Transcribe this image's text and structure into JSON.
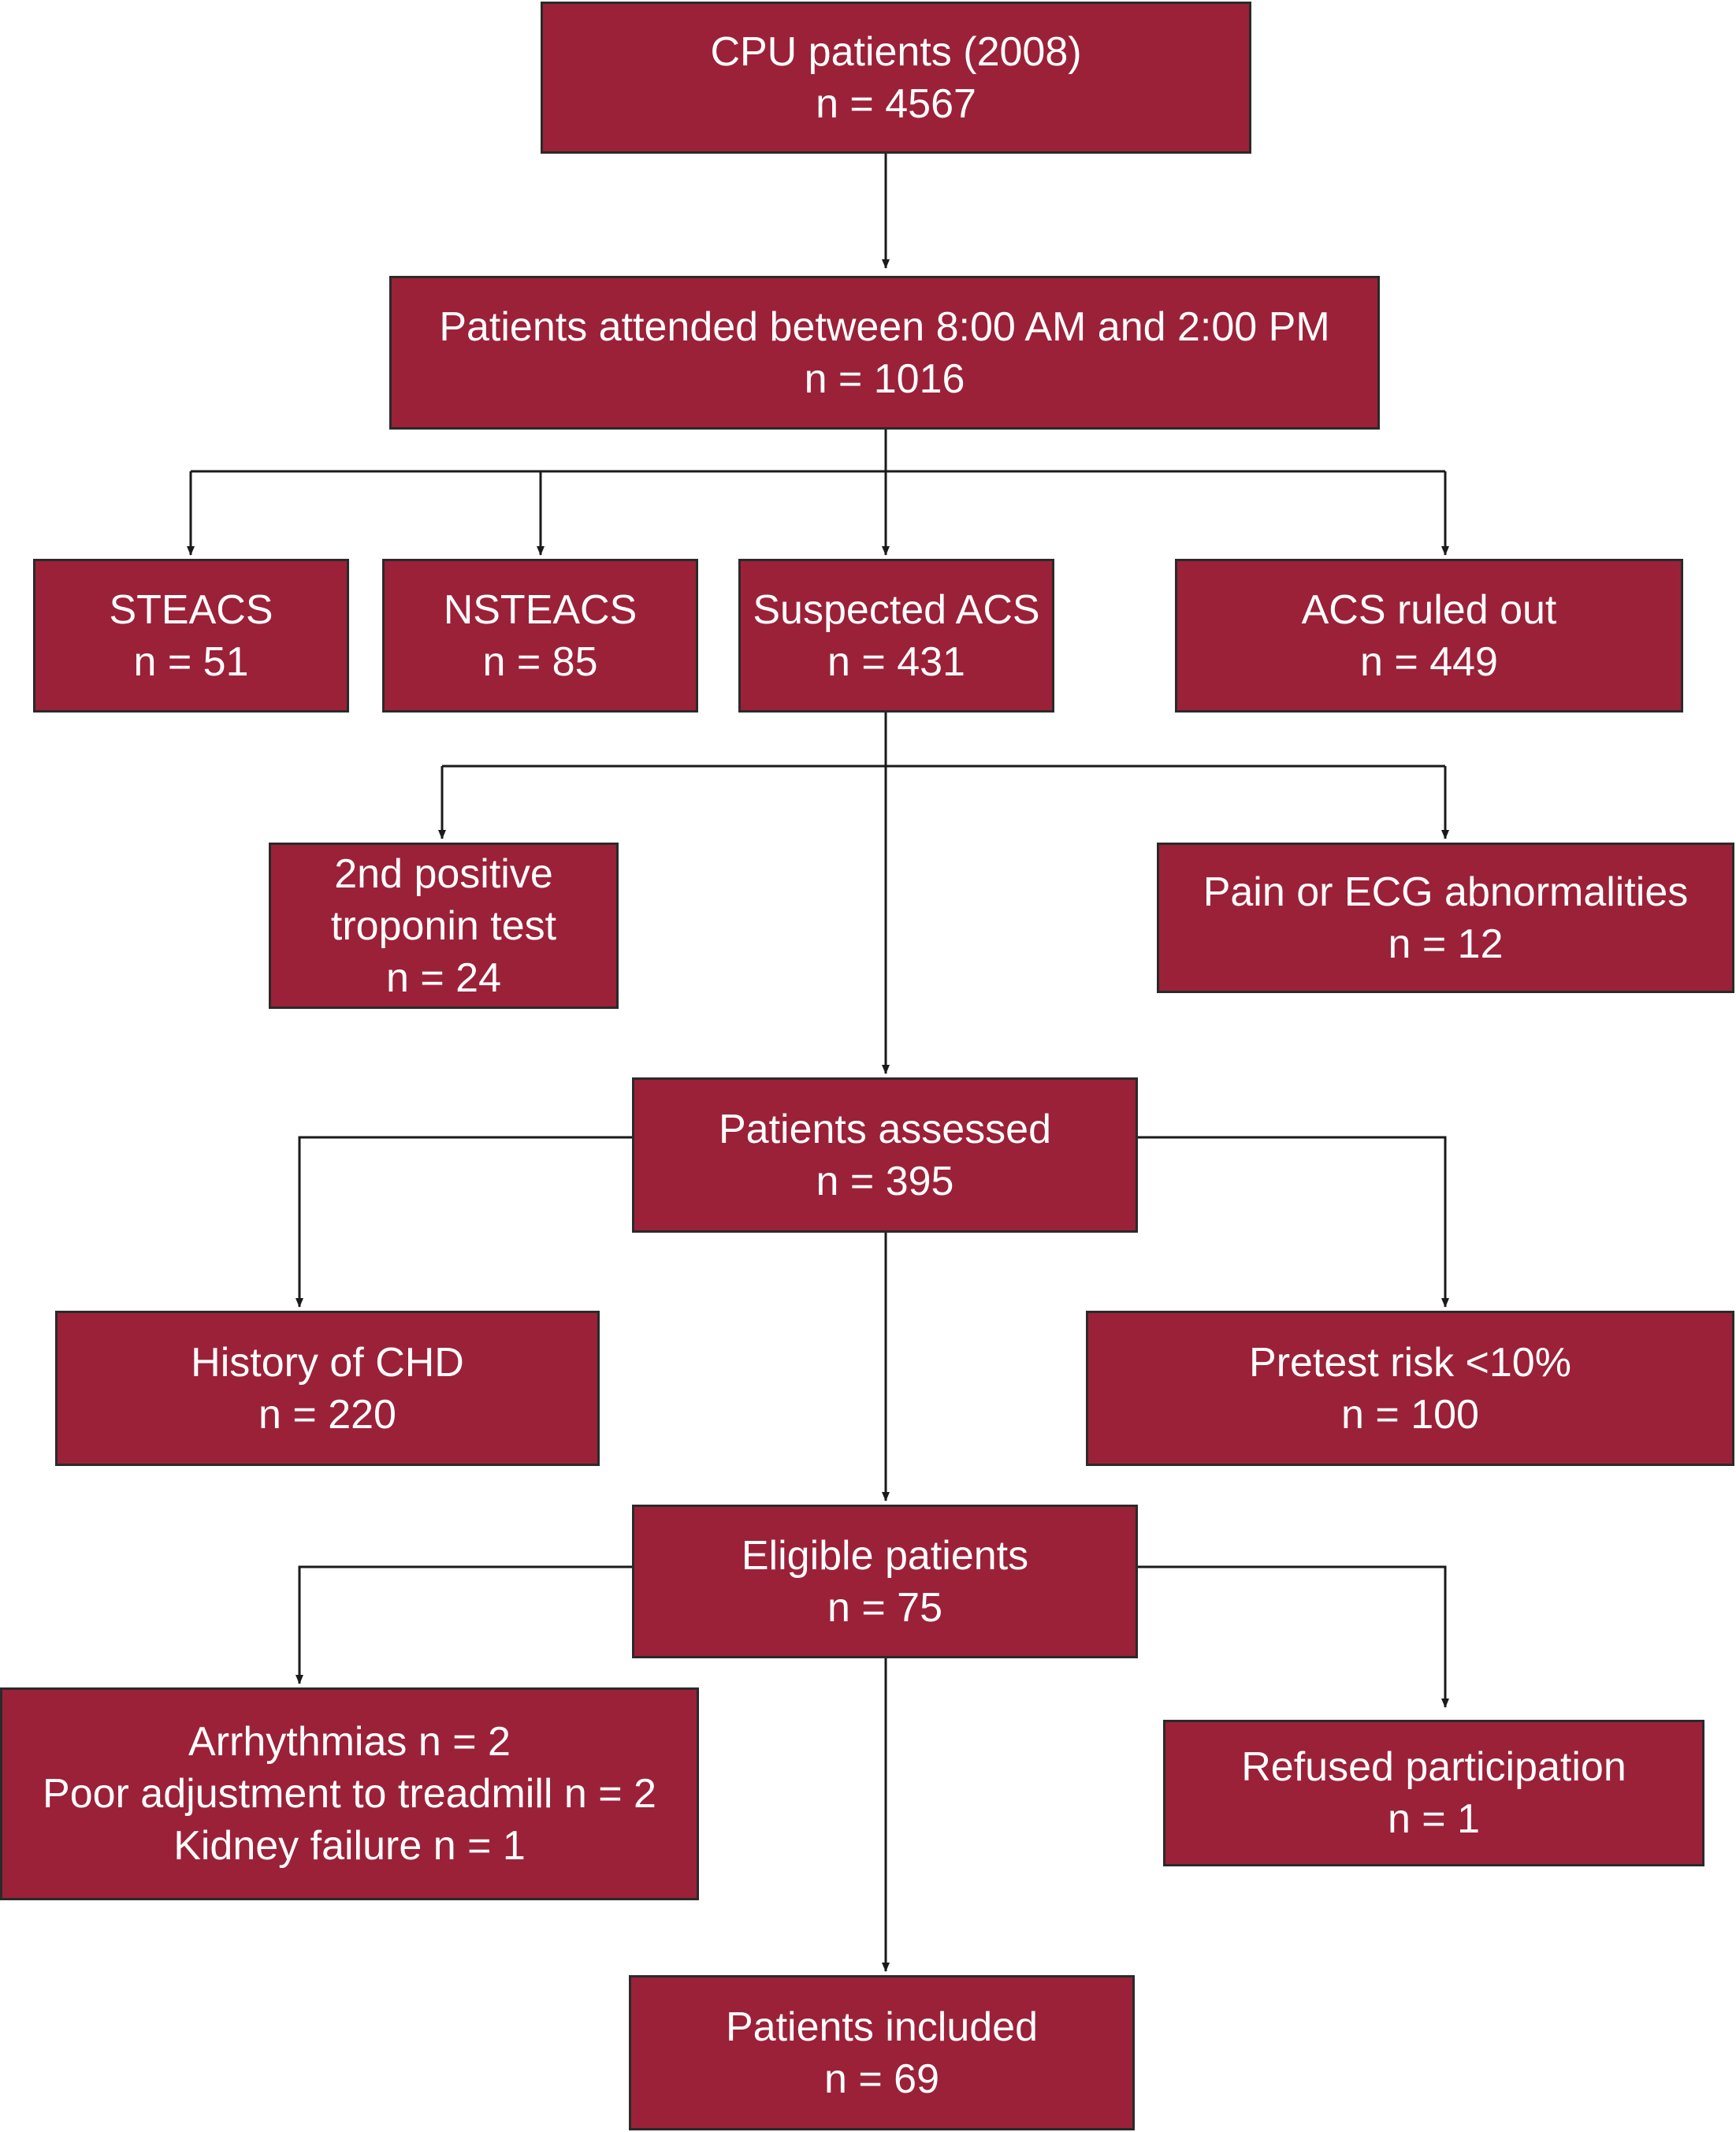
{
  "nodes": {
    "cpu": {
      "lines": [
        "CPU patients (2008)",
        "n = 4567"
      ]
    },
    "attended": {
      "lines": [
        "Patients attended between 8:00 AM and 2:00 PM",
        "n = 1016"
      ]
    },
    "steacs": {
      "lines": [
        "STEACS",
        "n = 51"
      ]
    },
    "nsteacs": {
      "lines": [
        "NSTEACS",
        "n = 85"
      ]
    },
    "suspected": {
      "lines": [
        "Suspected ACS",
        "n = 431"
      ]
    },
    "ruled_out": {
      "lines": [
        "ACS ruled out",
        "n = 449"
      ]
    },
    "troponin": {
      "lines": [
        "2nd positive",
        "troponin test",
        "n = 24"
      ]
    },
    "pain_ecg": {
      "lines": [
        "Pain or ECG abnormalities",
        "n = 12"
      ]
    },
    "assessed": {
      "lines": [
        "Patients assessed",
        "n = 395"
      ]
    },
    "chd": {
      "lines": [
        "History of CHD",
        "n = 220"
      ]
    },
    "pretest": {
      "lines": [
        "Pretest risk <10%",
        "n = 100"
      ]
    },
    "eligible": {
      "lines": [
        "Eligible patients",
        "n = 75"
      ]
    },
    "exclusions": {
      "lines": [
        "Arrhythmias n = 2",
        "Poor adjustment to treadmill n = 2",
        "Kidney failure n = 1"
      ]
    },
    "refused": {
      "lines": [
        "Refused participation",
        "n = 1"
      ]
    },
    "included": {
      "lines": [
        "Patients included",
        "n = 69"
      ]
    }
  },
  "colors": {
    "box_fill": "#9b2138",
    "box_border": "#2a2a2a",
    "box_text": "#ffffff",
    "connector": "#1a1a1a"
  }
}
